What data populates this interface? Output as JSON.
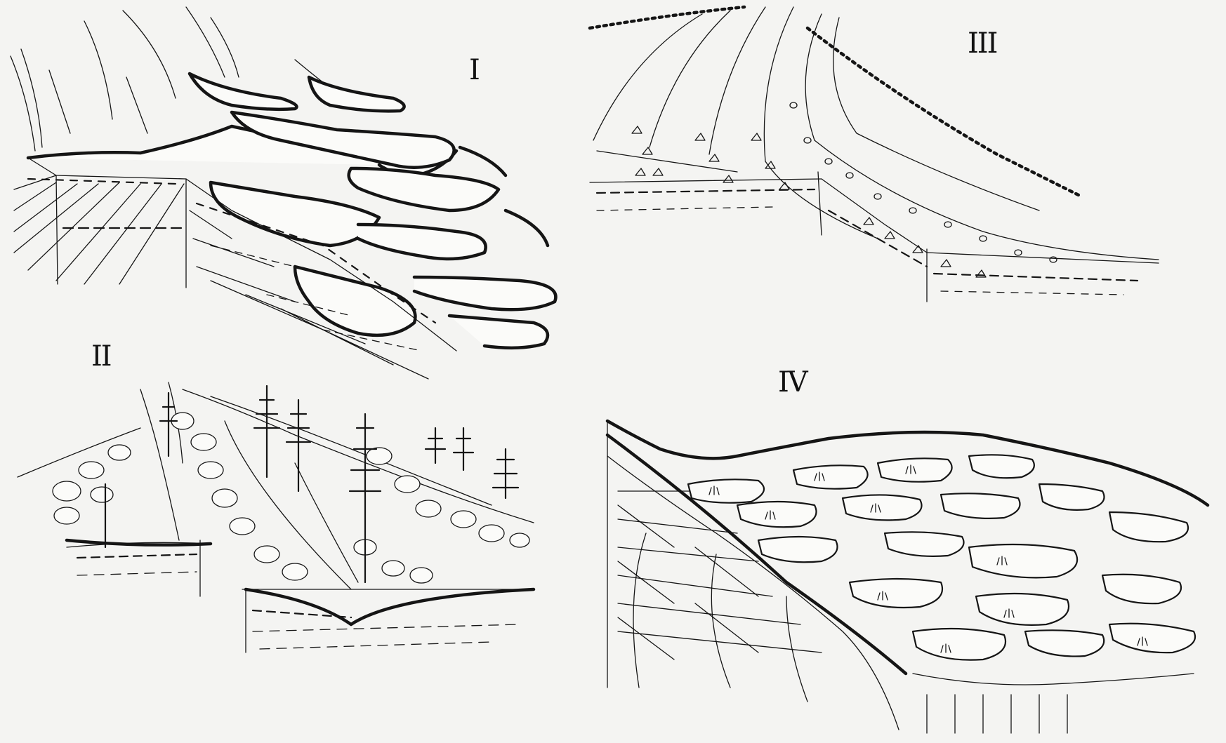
{
  "figure": {
    "panels": [
      {
        "id": "panel-1",
        "label": "I"
      },
      {
        "id": "panel-2",
        "label": "II"
      },
      {
        "id": "panel-3",
        "label": "III"
      },
      {
        "id": "panel-4",
        "label": "IV"
      }
    ]
  }
}
